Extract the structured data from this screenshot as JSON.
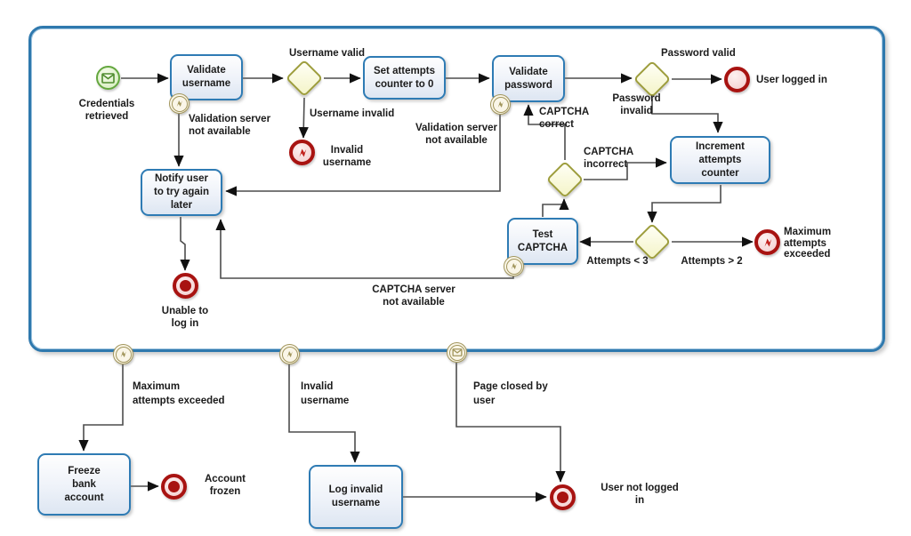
{
  "diagram_type": "BPMN user-login process",
  "tasks": {
    "validate_username": [
      "Validate",
      "username"
    ],
    "set_attempts": [
      "Set attempts",
      "counter to 0"
    ],
    "validate_password": [
      "Validate",
      "password"
    ],
    "notify_user": [
      "Notify user",
      "to try again",
      "later"
    ],
    "increment_attempts": [
      "Increment",
      "attempts",
      "counter"
    ],
    "test_captcha": [
      "Test",
      "CAPTCHA"
    ],
    "freeze_account": [
      "Freeze",
      "bank",
      "account"
    ],
    "log_invalid_username": [
      "Log invalid",
      "username"
    ]
  },
  "event_labels": {
    "credentials_retrieved": [
      "Credentials",
      "retrieved"
    ],
    "user_logged_in": [
      "User logged in"
    ],
    "invalid_username_end": [
      "Invalid",
      "username"
    ],
    "maximum_attempts_end": [
      "Maximum",
      "attempts",
      "exceeded"
    ],
    "unable_to_log_in": [
      "Unable to",
      "log in"
    ],
    "account_frozen": [
      "Account",
      "frozen"
    ],
    "user_not_logged_in": [
      "User not logged",
      "in"
    ]
  },
  "flow_labels": {
    "username_valid": [
      "Username valid"
    ],
    "username_invalid": [
      "Username invalid"
    ],
    "validation_server_1": [
      "Validation server",
      "not available"
    ],
    "validation_server_2": [
      "Validation server",
      "not available"
    ],
    "password_valid": [
      "Password valid"
    ],
    "password_invalid": [
      "Password",
      "invalid"
    ],
    "captcha_correct": [
      "CAPTCHA",
      "correct"
    ],
    "captcha_incorrect": [
      "CAPTCHA",
      "incorrect"
    ],
    "attempts_less_than_3": [
      "Attempts < 3"
    ],
    "attempts_greater_than_2": [
      "Attempts > 2"
    ],
    "captcha_server": [
      "CAPTCHA server",
      "not available"
    ]
  },
  "boundary_labels": {
    "maximum_attempts": [
      "Maximum",
      "attempts exceeded"
    ],
    "invalid_username": [
      "Invalid",
      "username"
    ],
    "page_closed": [
      "Page closed by",
      "user"
    ]
  },
  "icons": {
    "start_event": "message-envelope-icon",
    "error_events": "error-lightning-icon",
    "terminate_events": "terminate-dot-icon"
  },
  "colors": {
    "frame_border": "#2f79ae",
    "task_border": "#2e7bb4",
    "task_fill": "#e9eff8",
    "gateway_border": "#9d9d3c",
    "gateway_fill": "#f8f8d8",
    "start_green": "#64a73e",
    "end_red": "#a81311",
    "boundary_tan": "#a2965c",
    "connector": "#4d4d4d",
    "text": "#1b1b1b"
  }
}
